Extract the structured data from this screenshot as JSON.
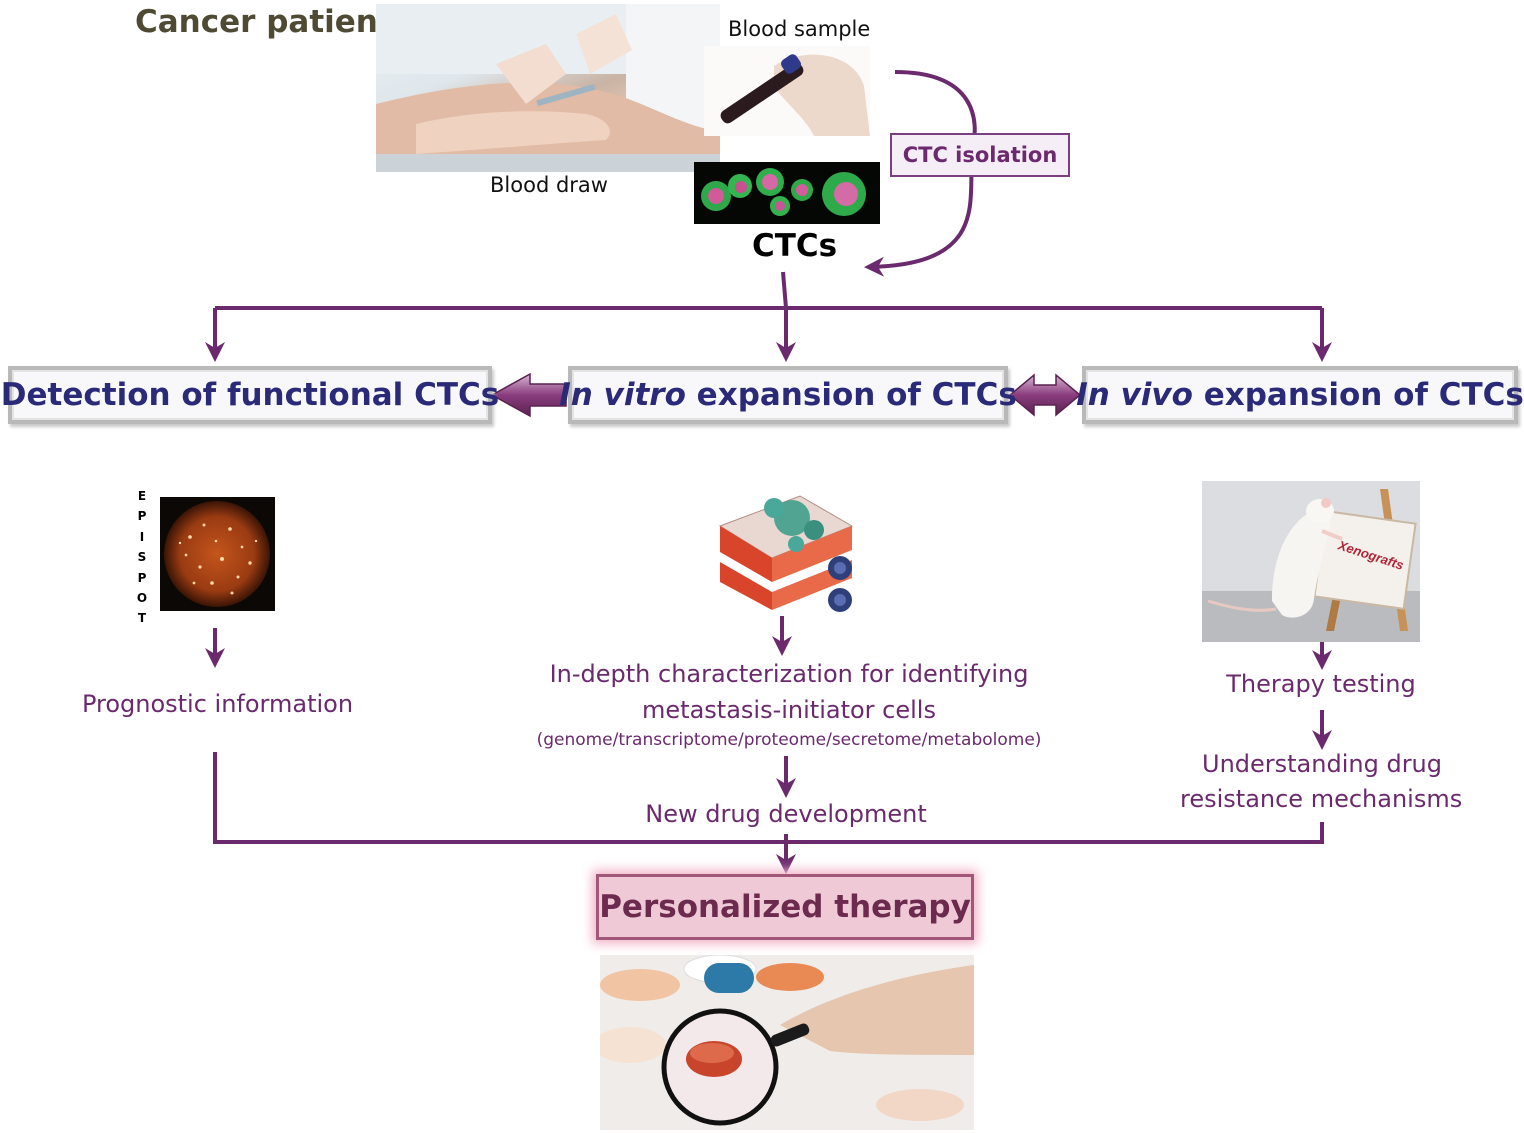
{
  "header": {
    "cancer_patient": "Cancer patient",
    "blood_sample": "Blood sample",
    "blood_draw": "Blood draw",
    "ctcs": "CTCs",
    "ctc_isolation": "CTC isolation"
  },
  "branches": {
    "detection": {
      "title": "Detection of functional CTCs"
    },
    "in_vitro": {
      "title_italic": "In vitro",
      "title_rest": " expansion of CTCs"
    },
    "in_vivo": {
      "title_italic": "In vivo",
      "title_rest": " expansion of CTCs"
    }
  },
  "detection_panel": {
    "image_letters": "E P I S P O T",
    "result": "Prognostic information"
  },
  "in_vitro_panel": {
    "characterization_line1": "In-depth characterization for identifying",
    "characterization_line2": "metastasis-initiator cells",
    "omics": "(genome/transcriptome/proteome/secretome/metabolome)",
    "result": "New drug development"
  },
  "in_vivo_panel": {
    "image_sign": "Xenografts",
    "step1": "Therapy testing",
    "step2_line1": "Understanding drug",
    "step2_line2": "resistance mechanisms"
  },
  "outcome": {
    "title": "Personalized therapy"
  },
  "colors": {
    "arrow": "#6b2a6e",
    "box_text": "#2b2a78",
    "outcome_fill": "#f0c9d6",
    "outcome_glow": "#f2b6c9"
  },
  "icons": [
    "blood-draw-photo",
    "blood-tube-photo",
    "ctc-microscopy",
    "epispot-well",
    "culture-flask",
    "mouse-xenograft-photo",
    "pills-magnifier-photo"
  ]
}
